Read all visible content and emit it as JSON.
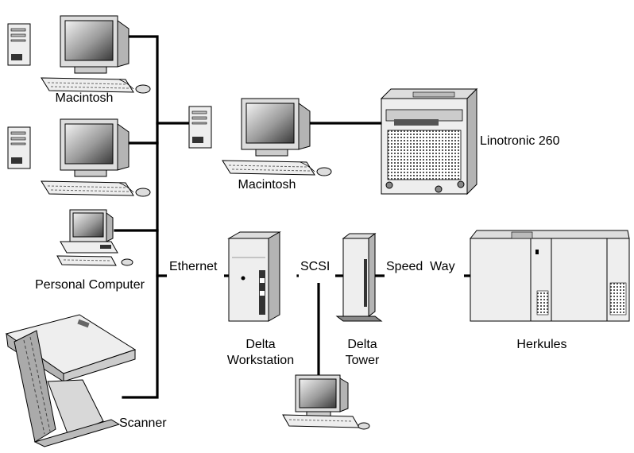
{
  "nodes": {
    "mac_top": {
      "label": "Macintosh",
      "icon": "macintosh-computer-icon"
    },
    "mac_second": {
      "label": "",
      "icon": "macintosh-computer-icon"
    },
    "pc": {
      "label": "Personal Computer",
      "icon": "personal-computer-icon"
    },
    "scanner": {
      "label": "Scanner",
      "icon": "scanner-icon"
    },
    "mac_center": {
      "label": "Macintosh",
      "icon": "macintosh-computer-icon"
    },
    "linotronic": {
      "label": "Linotronic 260",
      "icon": "imagesetter-icon"
    },
    "delta_workstation": {
      "label_line1": "Delta",
      "label_line2": "Workstation",
      "icon": "workstation-tower-icon"
    },
    "delta_tower": {
      "label_line1": "Delta",
      "label_line2": "Tower",
      "icon": "tower-server-icon"
    },
    "mac_bottom": {
      "label": "",
      "icon": "macintosh-computer-icon"
    },
    "herkules": {
      "label": "Herkules",
      "icon": "imagesetter-large-icon"
    }
  },
  "links": {
    "ethernet": {
      "label": "Ethernet"
    },
    "scsi": {
      "label": "SCSI"
    },
    "speedway": {
      "label": "Speed  Way"
    }
  },
  "colors": {
    "line": "#000000",
    "body": "#eeeeee",
    "shade": "#b4b4b4",
    "background": "#ffffff"
  }
}
